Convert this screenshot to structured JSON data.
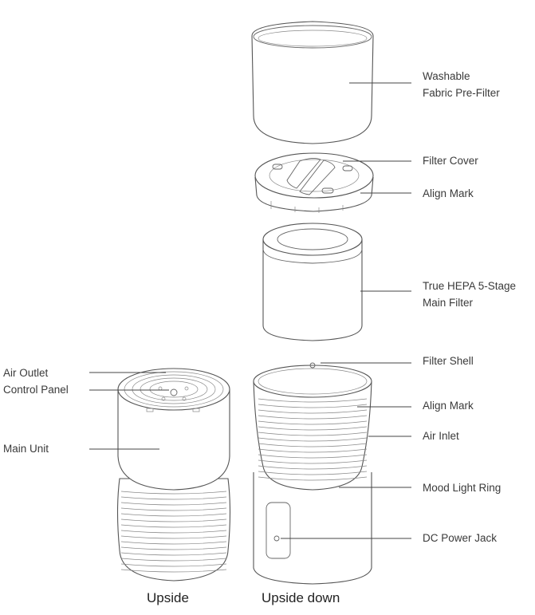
{
  "labels": {
    "washable_line1": "Washable",
    "washable_line2": "Fabric Pre-Filter",
    "filter_cover": "Filter Cover",
    "align_mark_top": "Align Mark",
    "hepa_line1": "True HEPA 5-Stage",
    "hepa_line2": "Main Filter",
    "filter_shell": "Filter Shell",
    "align_mark_shell": "Align Mark",
    "air_inlet": "Air Inlet",
    "mood_light_ring": "Mood Light Ring",
    "dc_power_jack": "DC Power Jack",
    "air_outlet": "Air Outlet",
    "control_panel": "Control Panel",
    "main_unit": "Main Unit"
  },
  "captions": {
    "upside": "Upside",
    "upside_down": "Upside down"
  },
  "colors": {
    "line": "#555555",
    "text": "#3a3a3a",
    "background": "#ffffff"
  }
}
